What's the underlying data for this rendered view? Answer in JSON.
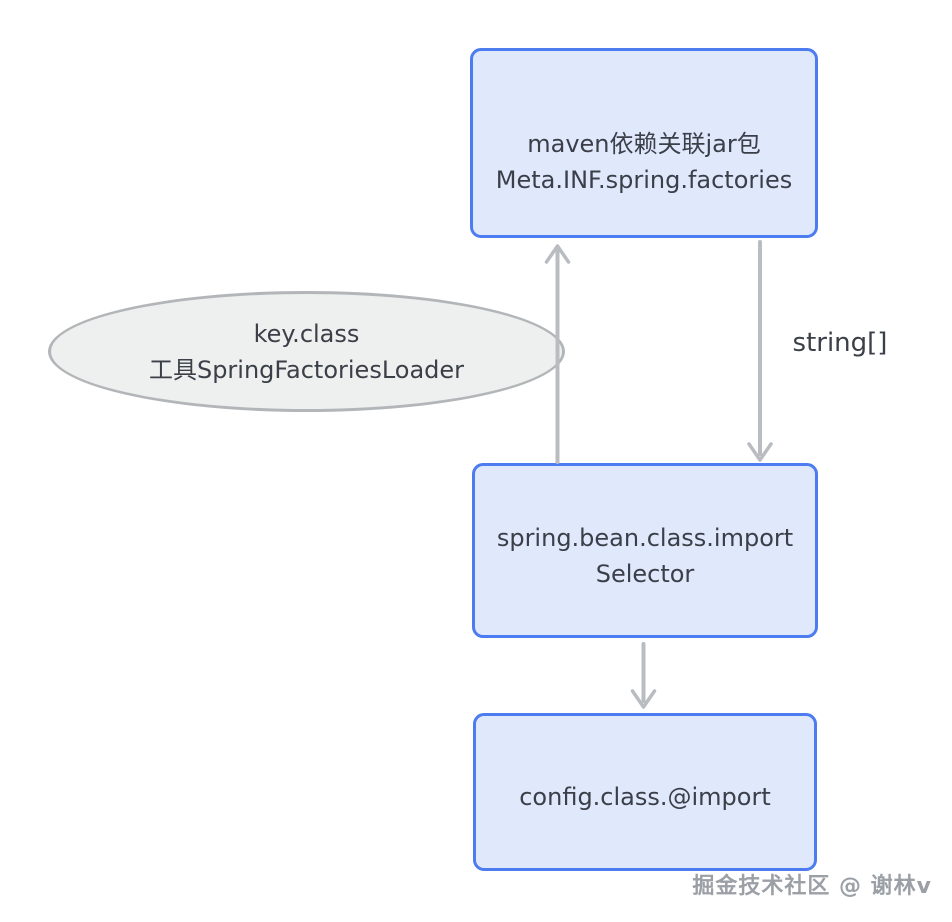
{
  "diagram": {
    "nodes": [
      {
        "id": "maven-jar",
        "shape": "rounded-rect",
        "lines": [
          "maven依赖关联jar包",
          "Meta.INF.spring.factories"
        ]
      },
      {
        "id": "spring-factories-loader",
        "shape": "ellipse",
        "lines": [
          "key.class",
          "工具SpringFactoriesLoader"
        ]
      },
      {
        "id": "import-selector",
        "shape": "rounded-rect",
        "lines": [
          "spring.bean.class.import",
          "Selector"
        ]
      },
      {
        "id": "config-import",
        "shape": "rounded-rect",
        "lines": [
          "config.class.@import"
        ]
      }
    ],
    "edges": [
      {
        "id": "selector-to-maven",
        "from": "import-selector",
        "to": "maven-jar",
        "direction": "up",
        "label": ""
      },
      {
        "id": "maven-to-selector",
        "from": "maven-jar",
        "to": "import-selector",
        "direction": "down",
        "label": "string[]"
      },
      {
        "id": "selector-to-config",
        "from": "import-selector",
        "to": "config-import",
        "direction": "down",
        "label": ""
      }
    ],
    "edge_labels": [
      {
        "id": "string-array",
        "text": "string[]"
      }
    ],
    "watermark": "掘金技术社区 @ 谢林v",
    "colors": {
      "box_fill": "#e0e8fc",
      "box_border": "#4d7cf0",
      "ellipse_fill": "#eeefef",
      "ellipse_border": "#b3b6b9",
      "arrow": "#b9bcc0",
      "text": "#3a3f48",
      "watermark_text": "#9ba0a6",
      "background": "#ffffff"
    }
  }
}
